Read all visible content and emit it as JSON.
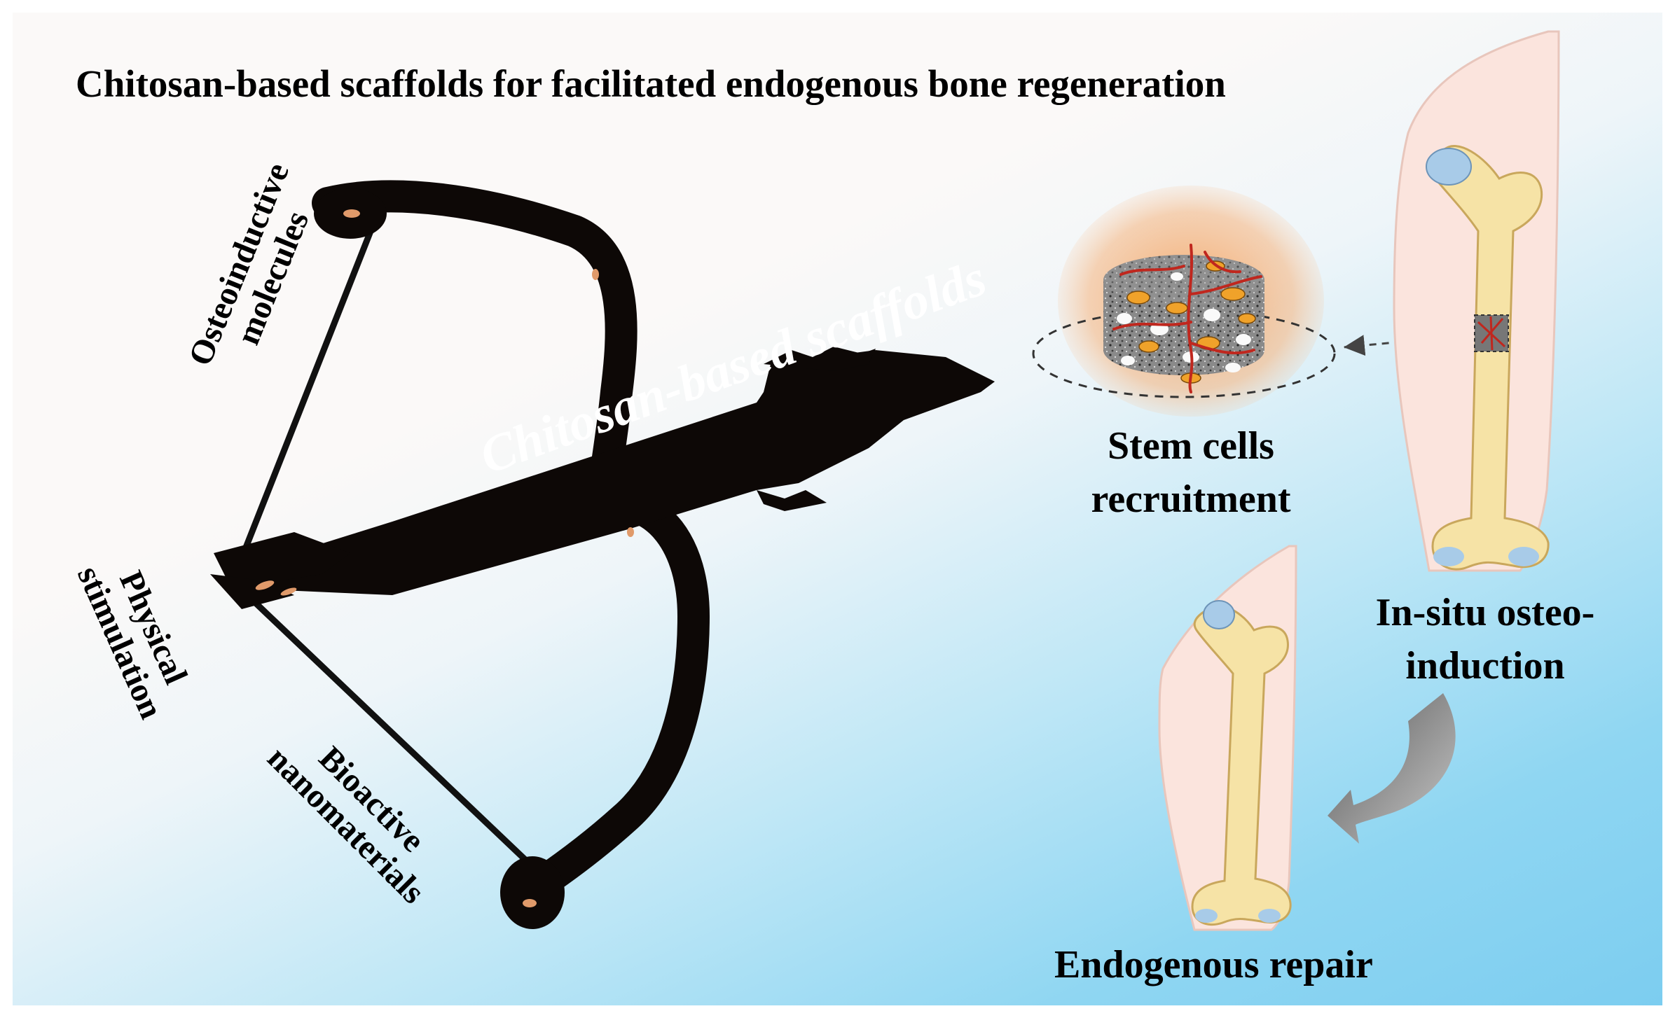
{
  "title": "Chitosan-based scaffolds for facilitated endogenous bone regeneration",
  "bow": {
    "arrow_label": "Chitosan-based scaffolds",
    "string_labels": {
      "osteoinductive": [
        "Osteoinductive",
        "molecules"
      ],
      "physical": [
        "Physical",
        "stimulation"
      ],
      "bioactive": [
        "Bioactive",
        "nanomaterials"
      ]
    }
  },
  "right_panel": {
    "stem_cells": [
      "Stem cells",
      "recruitment"
    ],
    "in_situ": [
      "In-situ osteo-",
      "induction"
    ],
    "repair": "Endogenous repair"
  },
  "colors": {
    "bow": "#0d0806",
    "bone": "#f6e3a6",
    "bone_head": "#a8cbe8",
    "scaffold_glow": "#f4a05a",
    "cells": "#f0a22a",
    "vessels": "#c0271e",
    "flow_arrow": "#8c8c8c"
  }
}
